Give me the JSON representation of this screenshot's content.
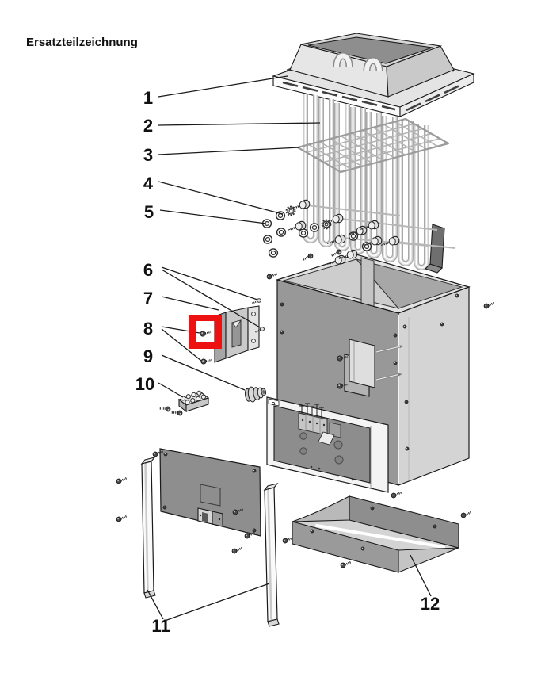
{
  "page": {
    "title": "Ersatzteilzeichnung"
  },
  "diagram": {
    "type": "exploded-parts-drawing",
    "highlight_color": "#ee1111",
    "part_labels": [
      "1",
      "2",
      "3",
      "4",
      "5",
      "6",
      "7",
      "8",
      "9",
      "10",
      "11",
      "12"
    ]
  }
}
